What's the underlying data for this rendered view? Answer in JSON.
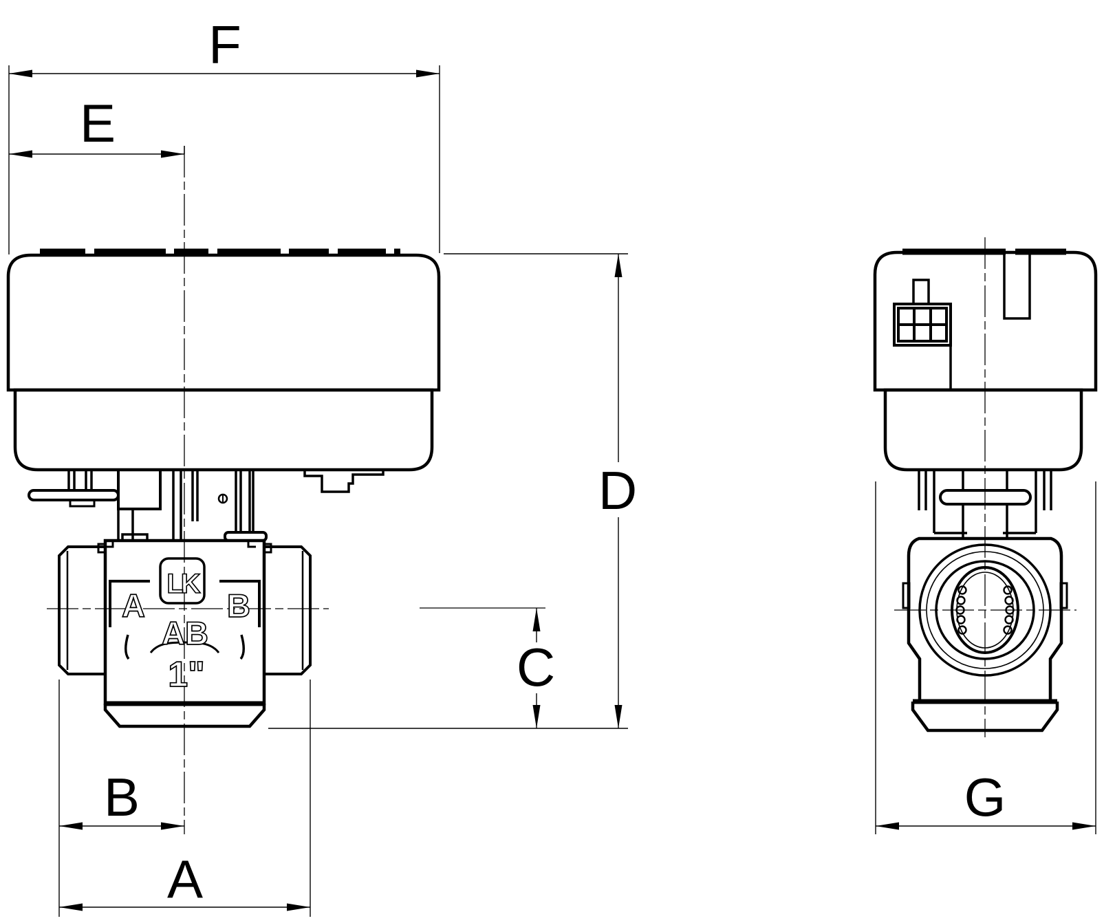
{
  "drawing": {
    "type": "valve-dimension-drawing",
    "background": "#ffffff",
    "line_color": "#000000",
    "dim_labels": {
      "a": "A",
      "b": "B",
      "c": "C",
      "d": "D",
      "e": "E",
      "f": "F",
      "g": "G"
    },
    "valve_markings": {
      "brand": "LK",
      "port_left": "A",
      "port_right": "B",
      "port_bottom": "AB",
      "size_label": "1\""
    }
  }
}
